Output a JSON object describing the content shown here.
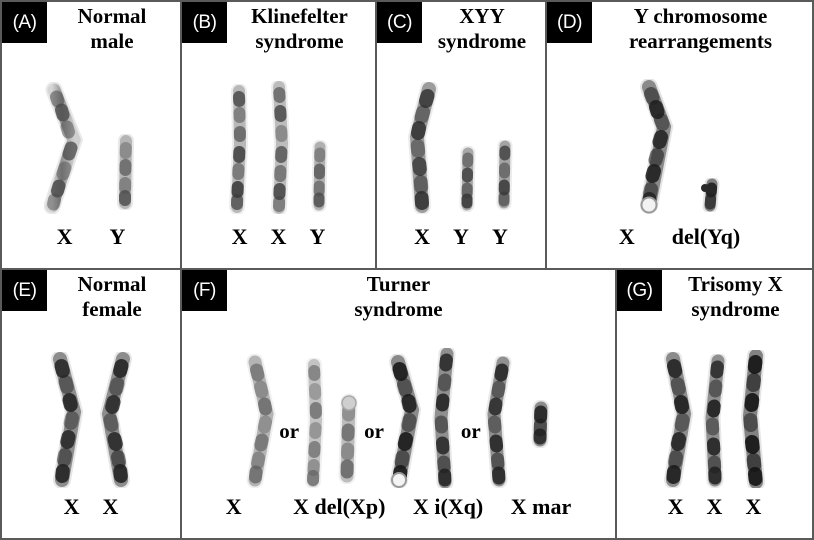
{
  "figure": {
    "description": "Karyotype panels of human sex chromosome constitutions and abnormalities"
  },
  "panels": [
    {
      "id": "A",
      "tag": "(A)",
      "title_line1": "Normal",
      "title_line2": "male",
      "caption": "X   Y",
      "karyotype_labels": [
        "X",
        "Y"
      ],
      "chromosomes": [
        "X",
        "Y"
      ]
    },
    {
      "id": "B",
      "tag": "(B)",
      "title_line1": "Klinefelter",
      "title_line2": "syndrome",
      "caption": "X X Y",
      "karyotype_labels": [
        "X",
        "X",
        "Y"
      ],
      "chromosomes": [
        "X",
        "X",
        "Y"
      ]
    },
    {
      "id": "C",
      "tag": "(C)",
      "title_line1": "XYY",
      "title_line2": "syndrome",
      "caption": "X Y Y",
      "karyotype_labels": [
        "X",
        "Y",
        "Y"
      ],
      "chromosomes": [
        "X",
        "Y",
        "Y"
      ]
    },
    {
      "id": "D",
      "tag": "(D)",
      "title_line1": "Y chromosome",
      "title_line2": "rearrangements",
      "caption": "X  del(Yq)",
      "karyotype_labels": [
        "X",
        "del(Yq)"
      ],
      "chromosomes": [
        "X",
        "del(Yq)"
      ]
    },
    {
      "id": "E",
      "tag": "(E)",
      "title_line1": "Normal",
      "title_line2": "female",
      "caption": "X X",
      "karyotype_labels": [
        "X",
        "X"
      ],
      "chromosomes": [
        "X",
        "X"
      ]
    },
    {
      "id": "F",
      "tag": "(F)",
      "title_line1": "Turner",
      "title_line2": "syndrome",
      "caption": "X       X del(Xp)   X  i(Xq)    X mar",
      "separator": "or",
      "variants": [
        {
          "label": "X",
          "chromosomes": [
            "X"
          ]
        },
        {
          "label": "X del(Xp)",
          "chromosomes": [
            "X",
            "del(Xp)"
          ]
        },
        {
          "label": "X i(Xq)",
          "chromosomes": [
            "X",
            "i(Xq)"
          ]
        },
        {
          "label": "X mar",
          "chromosomes": [
            "X",
            "mar"
          ]
        }
      ]
    },
    {
      "id": "G",
      "tag": "(G)",
      "title_line1": "Trisomy X",
      "title_line2": "syndrome",
      "caption": "X X X",
      "karyotype_labels": [
        "X",
        "X",
        "X"
      ],
      "chromosomes": [
        "X",
        "X",
        "X"
      ]
    }
  ],
  "captions": {
    "a": "X",
    "a2": "Y",
    "b1": "X",
    "b2": "X",
    "b3": "Y",
    "c1": "X",
    "c2": "Y",
    "c3": "Y",
    "d1": "X",
    "d2": "del(Yq)",
    "e1": "X",
    "e2": "X",
    "f1": "X",
    "f2": "X del(Xp)",
    "f3": "X  i(Xq)",
    "f4": "X mar",
    "g1": "X",
    "g2": "X",
    "g3": "X"
  },
  "separators": {
    "or1": "or",
    "or2": "or",
    "or3": "or"
  },
  "colors": {
    "background": "#ffffff",
    "border": "#5a5a5a",
    "tag_background": "#000000",
    "tag_text": "#ffffff",
    "text": "#000000",
    "chromosome_dark": "#2b2b2b",
    "chromosome_mid": "#6e6e6e",
    "chromosome_light": "#bdbdbd"
  }
}
